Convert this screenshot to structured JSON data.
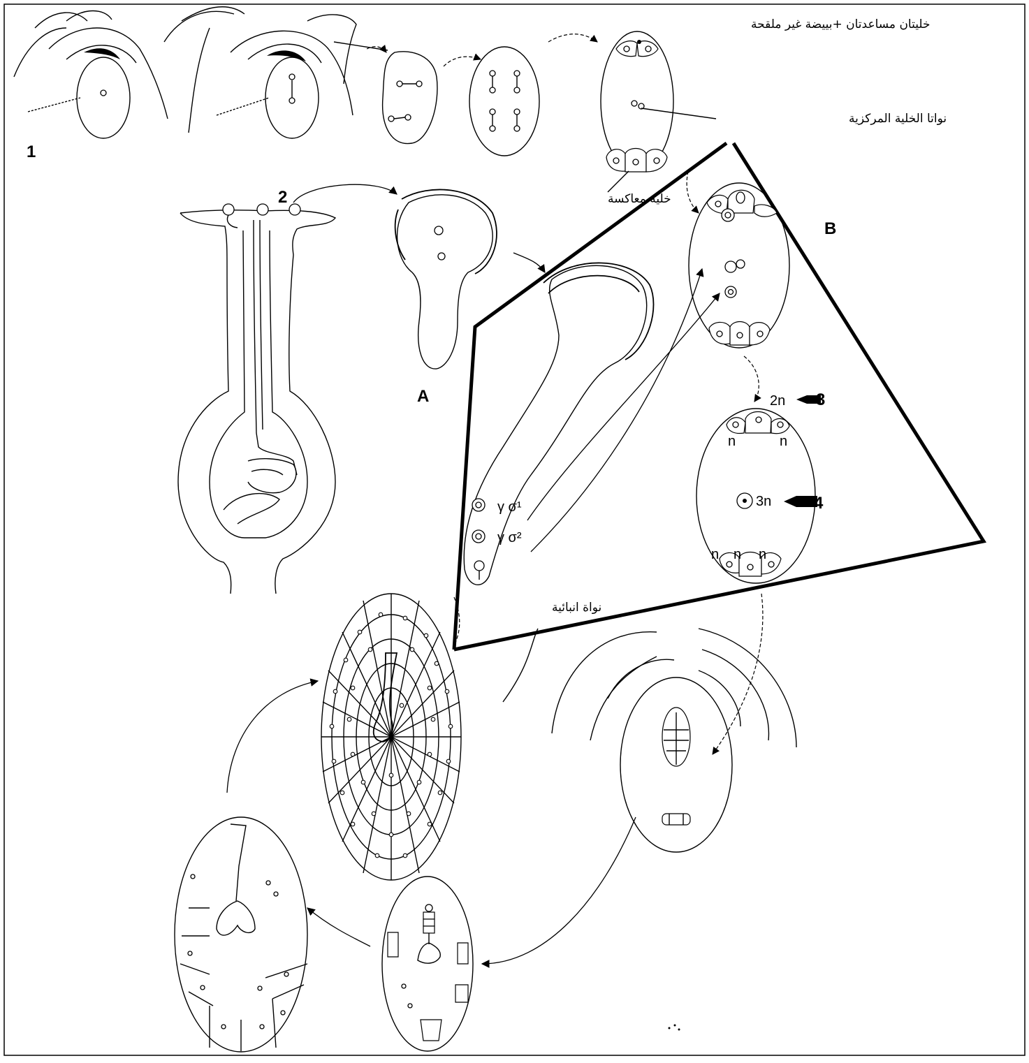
{
  "labels": {
    "synergids_unfertilized_egg": "خليتان مساعدتان +بييضة غير ملقحة",
    "central_cell_nuclei": "نواتا الخلية المركزية",
    "antipodal_cell": "خلية معاكسة",
    "tube_nucleus": "نواة انبائية"
  },
  "markers": {
    "num1": "1",
    "num2": "2",
    "num3": "3",
    "num4": "4",
    "letterA": "A",
    "letterB": "B"
  },
  "ploidy": {
    "p2n": "2n",
    "p3n": "3n",
    "n_top_left": "n",
    "n_top_right": "n",
    "n_bot_1": "n",
    "n_bot_2": "n",
    "n_bot_3": "n"
  },
  "gametes": {
    "g1": "γ σ¹",
    "g2": "γ σ²"
  }
}
